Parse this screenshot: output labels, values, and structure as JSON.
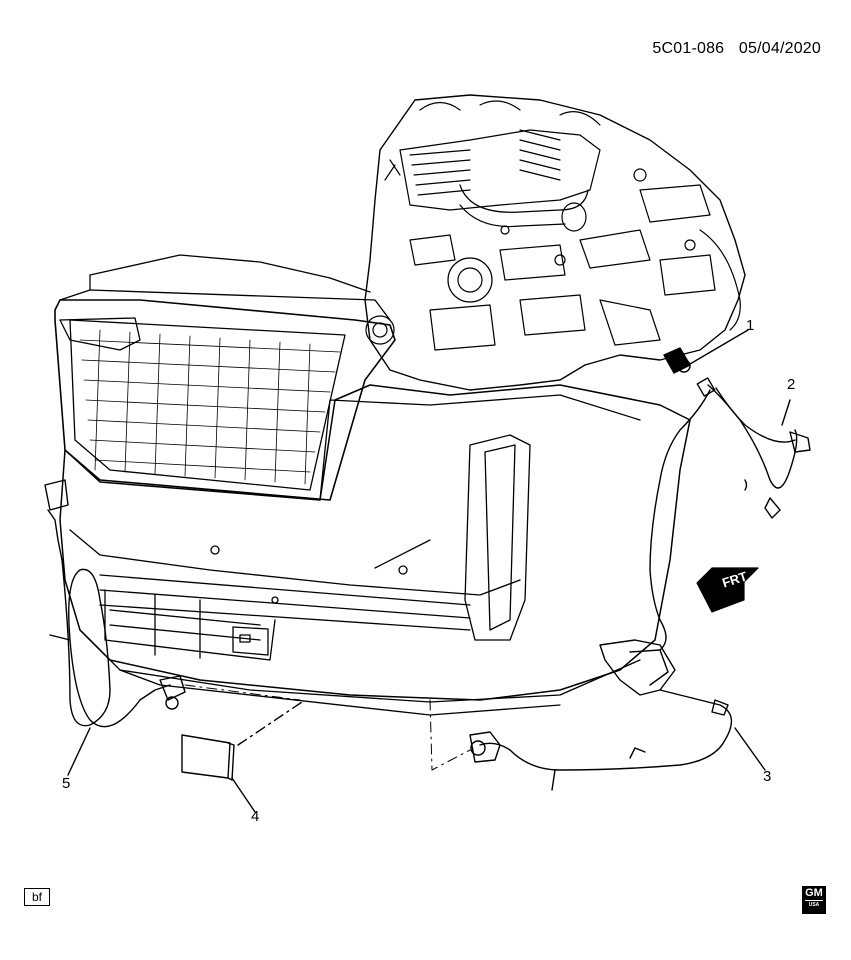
{
  "header": {
    "diagram_id": "5C01-086",
    "date": "05/04/2020"
  },
  "callouts": [
    "1",
    "2",
    "3",
    "4",
    "5"
  ],
  "direction_label": "FRT",
  "footer": {
    "tag": "bf",
    "logo_text": "GM",
    "logo_sub": "USA"
  },
  "colors": {
    "line": "#000000",
    "background": "#ffffff"
  }
}
